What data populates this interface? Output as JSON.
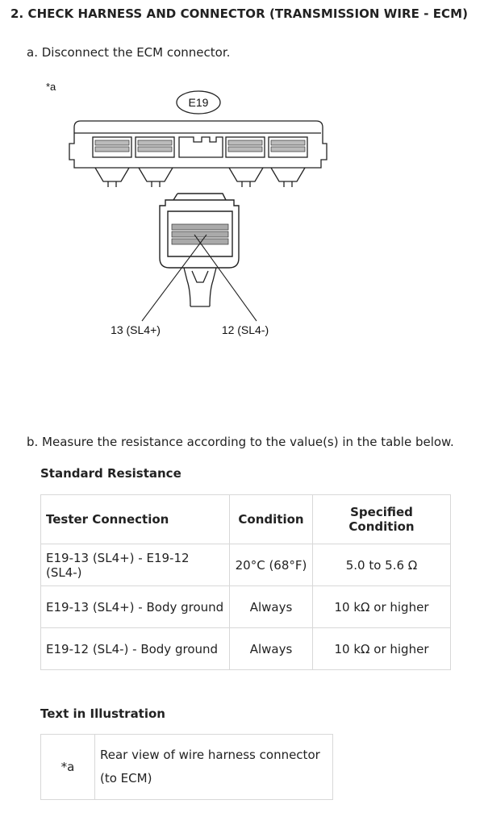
{
  "heading": "2. CHECK HARNESS AND CONNECTOR (TRANSMISSION WIRE - ECM)",
  "step_a": "a. Disconnect the ECM connector.",
  "diagram": {
    "callout": "*a",
    "connector_id": "E19",
    "pin_left": "13 (SL4+)",
    "pin_right": "12 (SL4-)"
  },
  "step_b": "b. Measure the resistance according to the value(s) in the table below.",
  "standard_resistance": {
    "title": "Standard Resistance",
    "headers": [
      "Tester Connection",
      "Condition",
      "Specified Condition"
    ],
    "rows": [
      [
        "E19-13 (SL4+) - E19-12 (SL4-)",
        "20°C (68°F)",
        "5.0 to 5.6 Ω"
      ],
      [
        "E19-13 (SL4+) - Body ground",
        "Always",
        "10 kΩ or higher"
      ],
      [
        "E19-12 (SL4-) - Body ground",
        "Always",
        "10 kΩ or higher"
      ]
    ]
  },
  "text_in_illustration": {
    "title": "Text in Illustration",
    "rows": [
      [
        "*a",
        "Rear view of wire harness connector (to ECM)"
      ]
    ]
  }
}
